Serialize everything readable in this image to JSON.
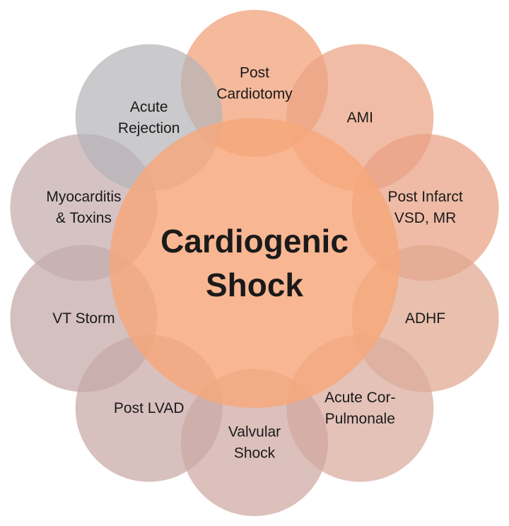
{
  "center": {
    "lines": [
      "Cardiogenic",
      "Shock"
    ],
    "color": "#f6a77a"
  },
  "petals": [
    {
      "lines": [
        "Post",
        "Cardiotomy"
      ],
      "color": "#f19e74"
    },
    {
      "lines": [
        "AMI"
      ],
      "color": "#eca283"
    },
    {
      "lines": [
        "Post Infarct",
        "VSD, MR"
      ],
      "color": "#e9a184"
    },
    {
      "lines": [
        "ADHF"
      ],
      "color": "#e0a78f"
    },
    {
      "lines": [
        "Acute Cor-",
        "Pulmonale"
      ],
      "color": "#d9ab9d"
    },
    {
      "lines": [
        "Valvular",
        "Shock"
      ],
      "color": "#cfa7a1"
    },
    {
      "lines": [
        "Post LVAD"
      ],
      "color": "#c9a8a6"
    },
    {
      "lines": [
        "VT Storm"
      ],
      "color": "#c4a8a6"
    },
    {
      "lines": [
        "Myocarditis",
        "& Toxins"
      ],
      "color": "#c5acad"
    },
    {
      "lines": [
        "Acute",
        "Rejection"
      ],
      "color": "#b6b4b8"
    }
  ]
}
